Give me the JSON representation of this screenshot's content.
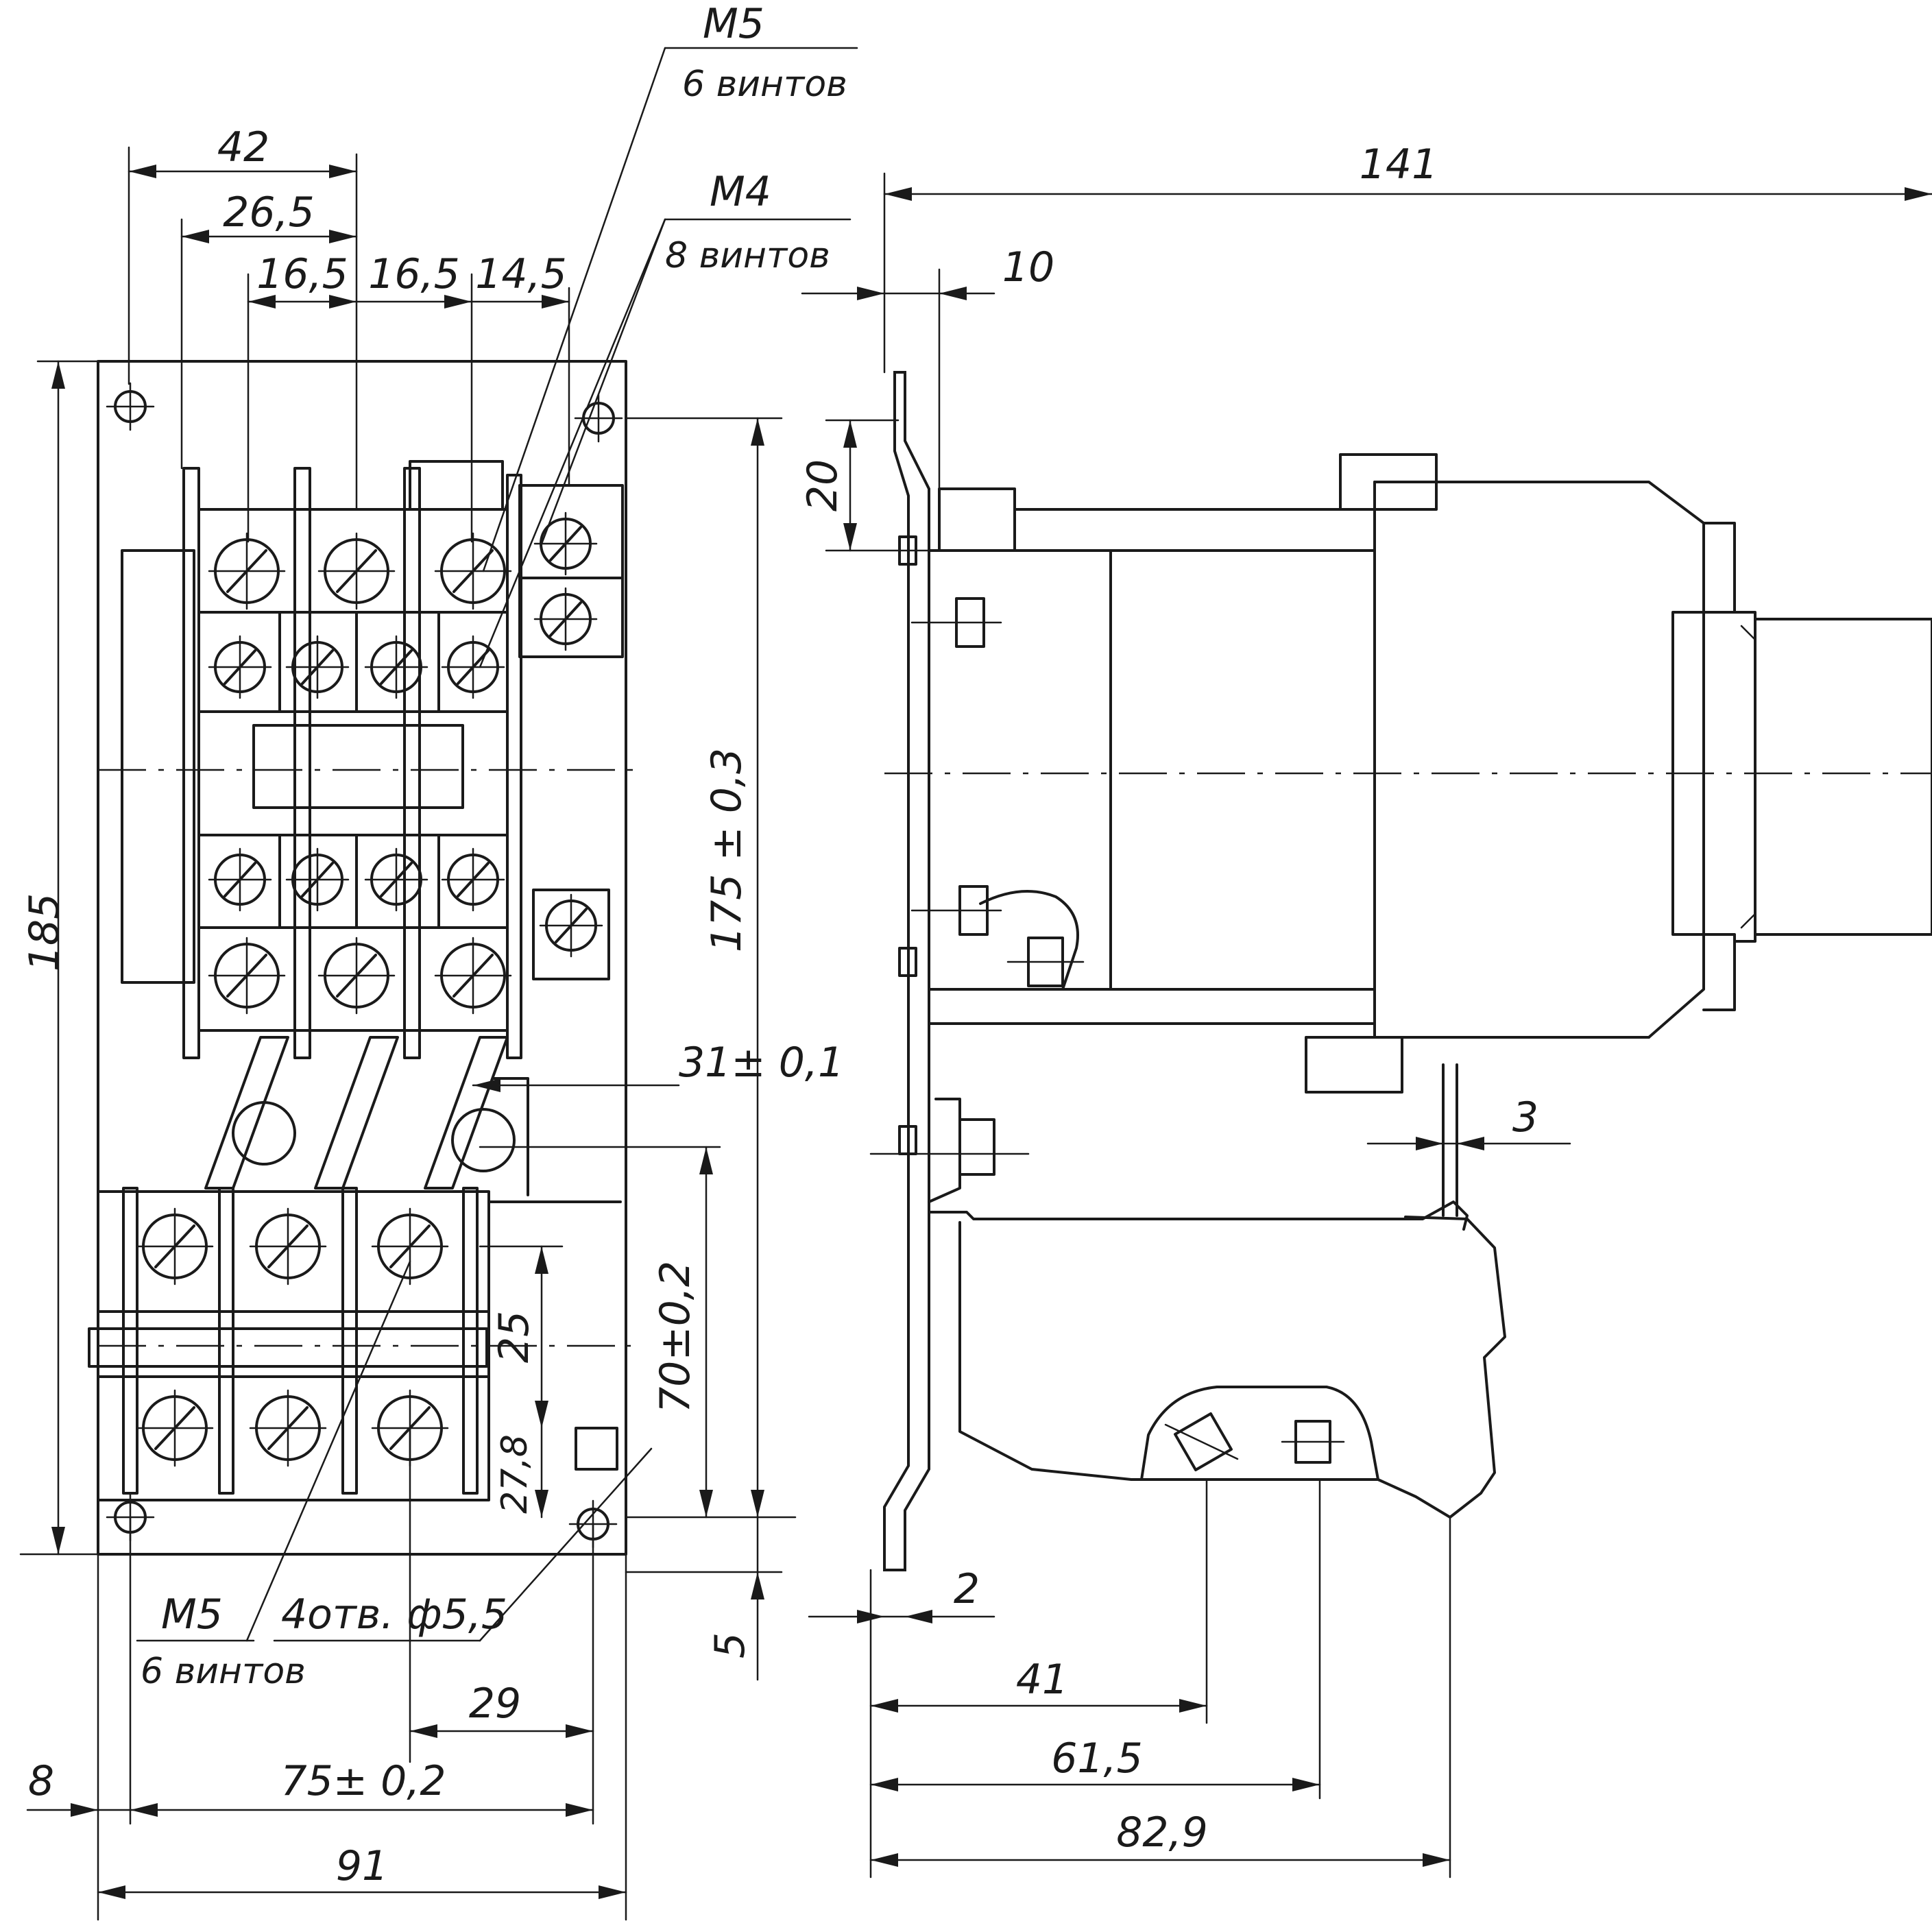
{
  "dimensions": {
    "d42": "42",
    "d26_5": "26,5",
    "d16_5a": "16,5",
    "d16_5b": "16,5",
    "d14_5": "14,5",
    "d185": "185",
    "d175": "175 ± 0,3",
    "d31": "31± 0,1",
    "d70": "70±0,2",
    "d25": "25",
    "d27_8": "27,8",
    "d5": "5",
    "d29": "29",
    "d8": "8",
    "d75": "75± 0,2",
    "d91": "91",
    "d141": "141",
    "d10": "10",
    "d20": "20",
    "d3": "3",
    "d2": "2",
    "d41": "41",
    "d61_5": "61,5",
    "d82_9": "82,9"
  },
  "notes": {
    "m5_top": "M5",
    "m5_top_count": "6 винтов",
    "m4_top": "M4",
    "m4_top_count": "8 винтов",
    "m5_bottom": "M5",
    "m5_bottom_count": "6 винтов",
    "holes": "4отв. ф5,5"
  }
}
